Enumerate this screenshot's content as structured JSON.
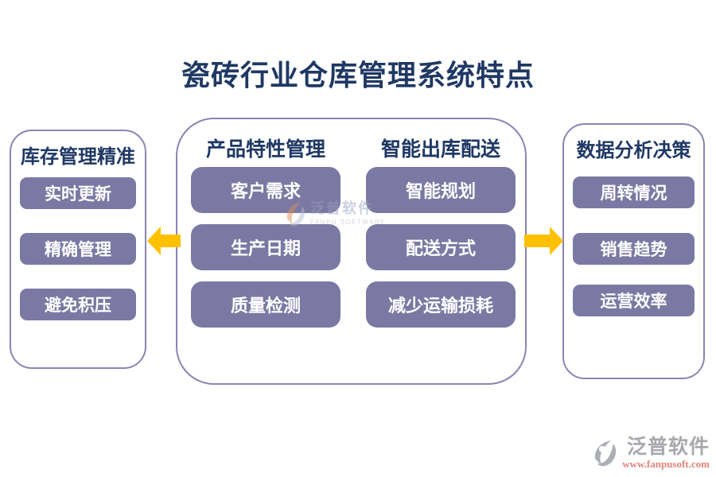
{
  "title": "瓷砖行业仓库管理系统特点",
  "left_panel": {
    "header": "库存管理精准",
    "items": [
      "实时更新",
      "精确管理",
      "避免积压"
    ]
  },
  "center_panel": {
    "col1": {
      "header": "产品特性管理",
      "items": [
        "客户需求",
        "生产日期",
        "质量检测"
      ]
    },
    "col2": {
      "header": "智能出库配送",
      "items": [
        "智能规划",
        "配送方式",
        "减少运输损耗"
      ]
    }
  },
  "right_panel": {
    "header": "数据分析决策",
    "items": [
      "周转情况",
      "销售趋势",
      "运营效率"
    ]
  },
  "watermark": {
    "name": "泛普软件",
    "subtitle": "FANPU SOFTWARE"
  },
  "logo": {
    "name": "泛普软件",
    "website": "www.fanpusoft.com"
  },
  "icons": {
    "arrow_left": "left-arrow",
    "arrow_right": "right-arrow",
    "brand": "fanpu-swoosh-circle"
  },
  "colors": {
    "title_text": "#1F3864",
    "panel_border": "#8886B4",
    "item_box": "#7B79A3",
    "item_text": "#FFFFFF",
    "arrow": "#FFC000",
    "logo_text": "#A7A7AD",
    "logo_url": "#E2837B",
    "background": "#FFFFFF"
  }
}
